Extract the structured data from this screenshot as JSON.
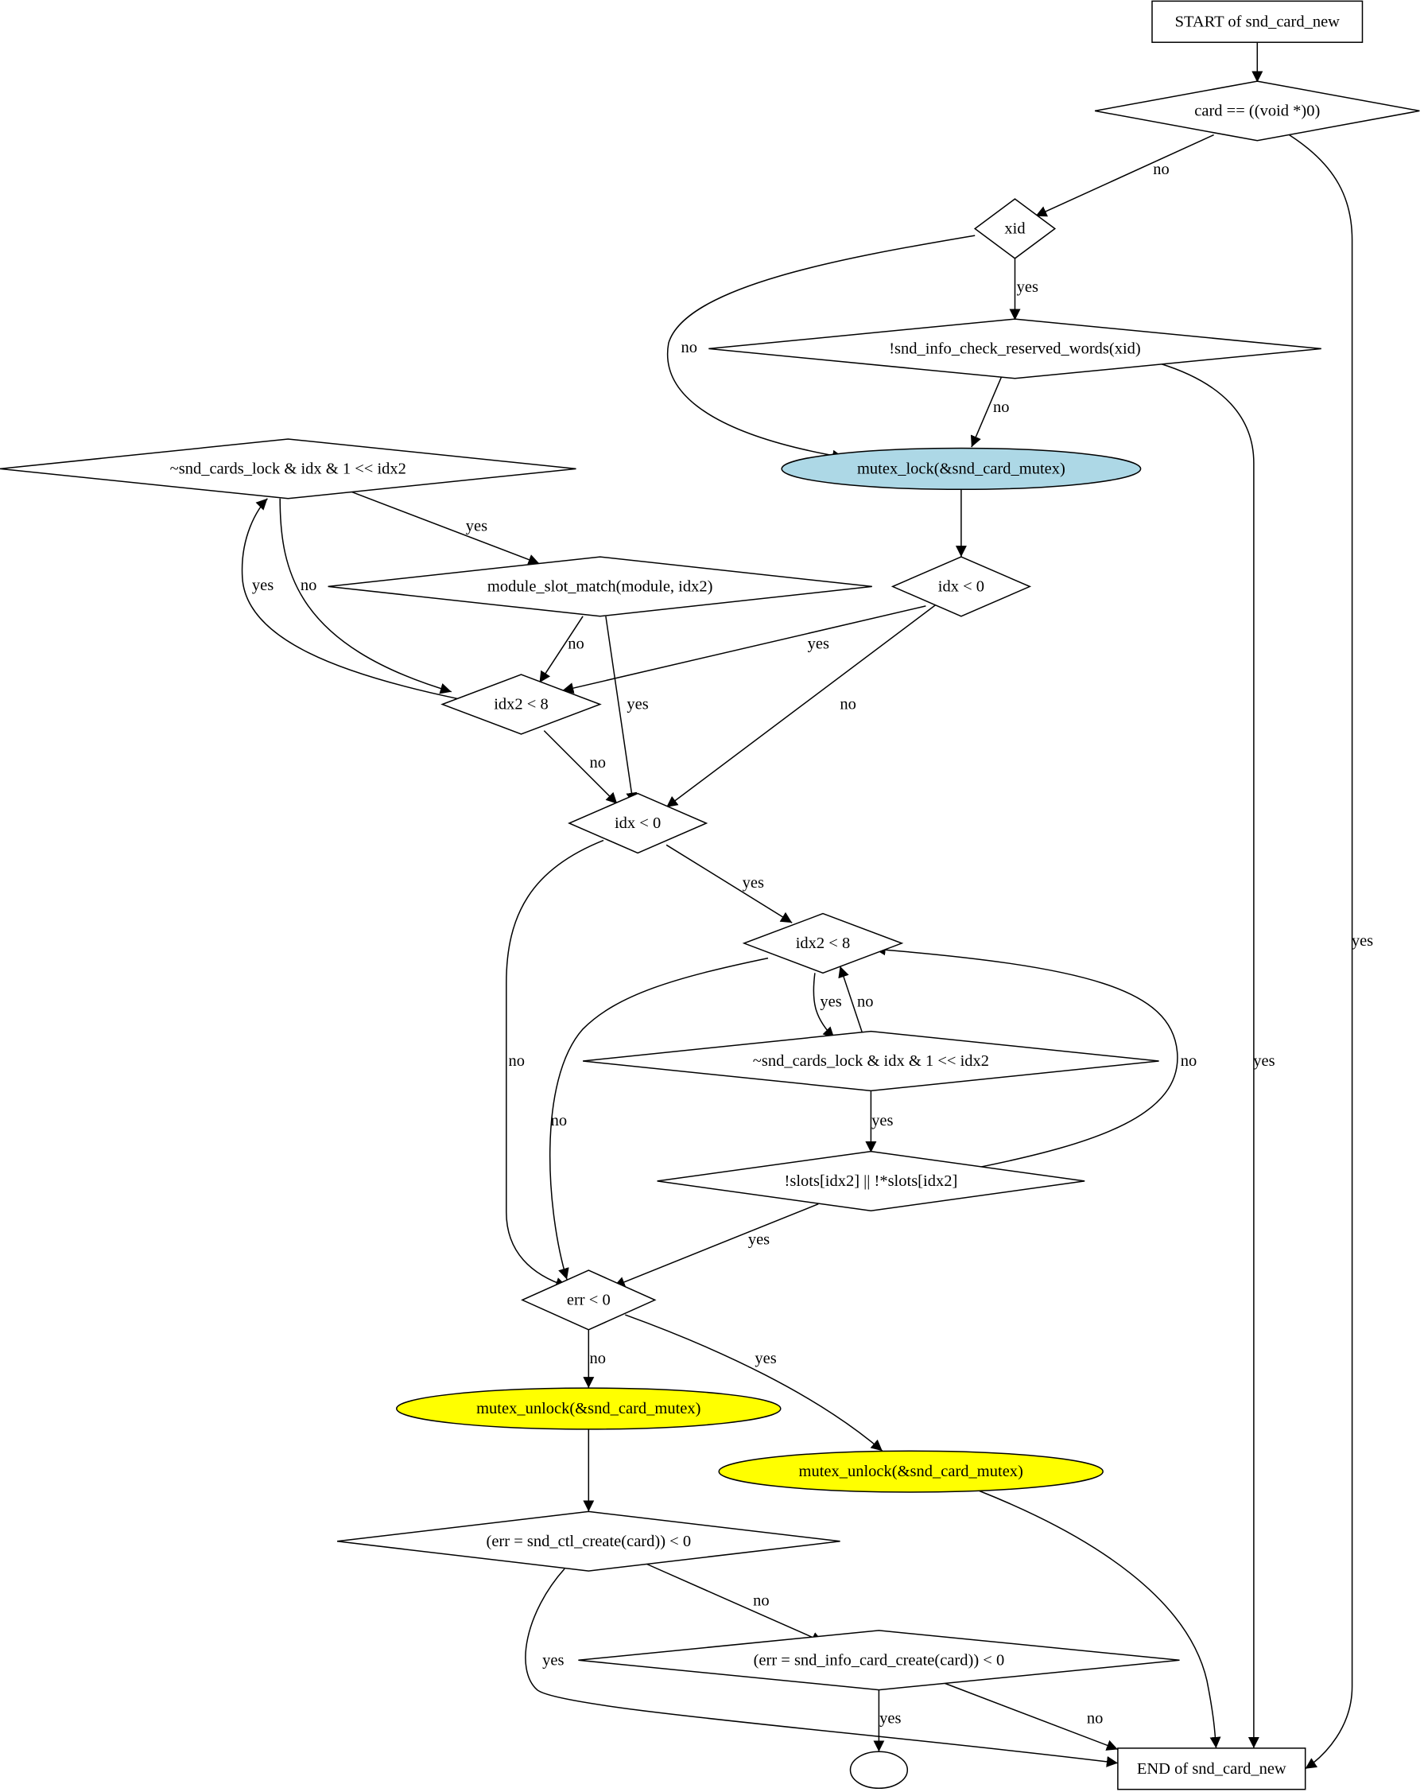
{
  "diagram": {
    "type": "flowchart",
    "colors": {
      "line": "#000000",
      "default_fill": "#ffffff",
      "mutex_lock_fill": "#add8e6",
      "mutex_unlock_fill": "#ffff00"
    },
    "nodes": {
      "start": {
        "label": "START of snd_card_new",
        "shape": "box"
      },
      "card_null": {
        "label": "card == ((void *)0)",
        "shape": "diamond"
      },
      "xid": {
        "label": "xid",
        "shape": "diamond"
      },
      "reserved_words": {
        "label": "!snd_info_check_reserved_words(xid)",
        "shape": "diamond"
      },
      "mutex_lock": {
        "label": "mutex_lock(&snd_card_mutex)",
        "shape": "ellipse",
        "fill": "#add8e6"
      },
      "idx_lt0_a": {
        "label": "idx < 0",
        "shape": "diamond"
      },
      "lock_cond_a": {
        "label": "~snd_cards_lock & idx & 1 << idx2",
        "shape": "diamond"
      },
      "slot_match": {
        "label": "module_slot_match(module, idx2)",
        "shape": "diamond"
      },
      "idx2_lt8_a": {
        "label": "idx2 < 8",
        "shape": "diamond"
      },
      "idx_lt0_b": {
        "label": "idx < 0",
        "shape": "diamond"
      },
      "idx2_lt8_b": {
        "label": "idx2 < 8",
        "shape": "diamond"
      },
      "lock_cond_b": {
        "label": "~snd_cards_lock & idx & 1 << idx2",
        "shape": "diamond"
      },
      "slots_cond": {
        "label": "!slots[idx2] || !*slots[idx2]",
        "shape": "diamond"
      },
      "err_lt0": {
        "label": "err < 0",
        "shape": "diamond"
      },
      "unlock_a": {
        "label": "mutex_unlock(&snd_card_mutex)",
        "shape": "ellipse",
        "fill": "#ffff00"
      },
      "unlock_b": {
        "label": "mutex_unlock(&snd_card_mutex)",
        "shape": "ellipse",
        "fill": "#ffff00"
      },
      "ctl_create": {
        "label": "(err = snd_ctl_create(card)) < 0",
        "shape": "diamond"
      },
      "info_card_create": {
        "label": "(err = snd_info_card_create(card)) < 0",
        "shape": "diamond"
      },
      "sink": {
        "label": "",
        "shape": "ellipse"
      },
      "end": {
        "label": "END of snd_card_new",
        "shape": "box"
      }
    },
    "edges": [
      {
        "id": "e1",
        "from": "start",
        "to": "card_null",
        "label": ""
      },
      {
        "id": "e2",
        "from": "card_null",
        "to": "xid",
        "label": "no"
      },
      {
        "id": "e3",
        "from": "card_null",
        "to": "end",
        "label": "yes"
      },
      {
        "id": "e4",
        "from": "xid",
        "to": "reserved_words",
        "label": "yes"
      },
      {
        "id": "e5",
        "from": "xid",
        "to": "mutex_lock",
        "label": "no"
      },
      {
        "id": "e6",
        "from": "reserved_words",
        "to": "mutex_lock",
        "label": "no"
      },
      {
        "id": "e7",
        "from": "reserved_words",
        "to": "end",
        "label": "yes"
      },
      {
        "id": "e8",
        "from": "mutex_lock",
        "to": "idx_lt0_a",
        "label": ""
      },
      {
        "id": "e9",
        "from": "idx_lt0_a",
        "to": "idx2_lt8_a",
        "label": "yes"
      },
      {
        "id": "e10",
        "from": "idx_lt0_a",
        "to": "idx_lt0_b",
        "label": "no"
      },
      {
        "id": "e11",
        "from": "lock_cond_a",
        "to": "slot_match",
        "label": "yes"
      },
      {
        "id": "e12",
        "from": "lock_cond_a",
        "to": "idx2_lt8_a",
        "label": "no"
      },
      {
        "id": "e13",
        "from": "idx2_lt8_a",
        "to": "lock_cond_a",
        "label": "yes"
      },
      {
        "id": "e14",
        "from": "slot_match",
        "to": "idx2_lt8_a",
        "label": "no"
      },
      {
        "id": "e15",
        "from": "slot_match",
        "to": "idx_lt0_b",
        "label": "yes"
      },
      {
        "id": "e16",
        "from": "idx2_lt8_a",
        "to": "idx_lt0_b",
        "label": "no"
      },
      {
        "id": "e17",
        "from": "idx_lt0_b",
        "to": "idx2_lt8_b",
        "label": "yes"
      },
      {
        "id": "e18",
        "from": "idx_lt0_b",
        "to": "err_lt0",
        "label": "no"
      },
      {
        "id": "e19",
        "from": "idx2_lt8_b",
        "to": "lock_cond_b",
        "label": "yes"
      },
      {
        "id": "e20",
        "from": "lock_cond_b",
        "to": "idx2_lt8_b",
        "label": "no"
      },
      {
        "id": "e21",
        "from": "idx2_lt8_b",
        "to": "err_lt0",
        "label": "no"
      },
      {
        "id": "e22",
        "from": "lock_cond_b",
        "to": "slots_cond",
        "label": "yes"
      },
      {
        "id": "e23",
        "from": "slots_cond",
        "to": "idx2_lt8_b",
        "label": "no"
      },
      {
        "id": "e24",
        "from": "slots_cond",
        "to": "err_lt0",
        "label": "yes"
      },
      {
        "id": "e25",
        "from": "err_lt0",
        "to": "unlock_a",
        "label": "no"
      },
      {
        "id": "e26",
        "from": "err_lt0",
        "to": "unlock_b",
        "label": "yes"
      },
      {
        "id": "e27",
        "from": "unlock_a",
        "to": "ctl_create",
        "label": ""
      },
      {
        "id": "e28",
        "from": "unlock_b",
        "to": "end",
        "label": ""
      },
      {
        "id": "e29",
        "from": "ctl_create",
        "to": "info_card_create",
        "label": "no"
      },
      {
        "id": "e30",
        "from": "ctl_create",
        "to": "end",
        "label": "yes"
      },
      {
        "id": "e31",
        "from": "info_card_create",
        "to": "sink",
        "label": "yes"
      },
      {
        "id": "e32",
        "from": "info_card_create",
        "to": "end",
        "label": "no"
      }
    ]
  }
}
